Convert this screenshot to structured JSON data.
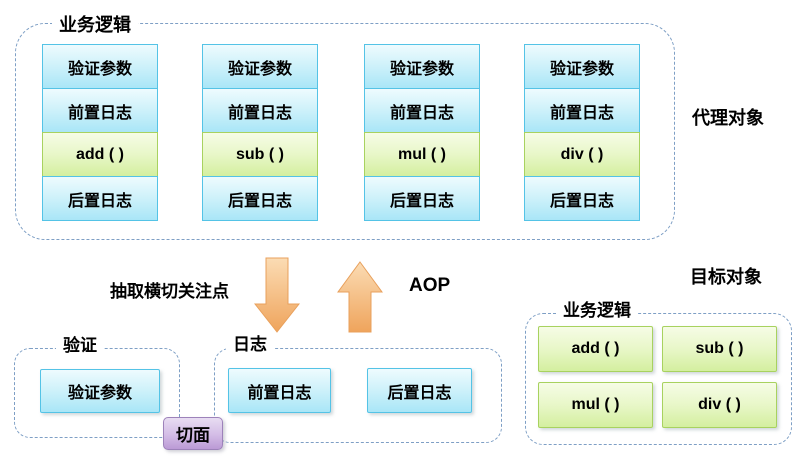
{
  "proxy": {
    "group_label": "业务逻辑",
    "side_label": "代理对象",
    "columns": [
      {
        "rows": [
          "验证参数",
          "前置日志",
          "add ( )",
          "后置日志"
        ]
      },
      {
        "rows": [
          "验证参数",
          "前置日志",
          "sub ( )",
          "后置日志"
        ]
      },
      {
        "rows": [
          "验证参数",
          "前置日志",
          "mul ( )",
          "后置日志"
        ]
      },
      {
        "rows": [
          "验证参数",
          "前置日志",
          "div ( )",
          "后置日志"
        ]
      }
    ]
  },
  "middle": {
    "extract_label": "抽取横切关注点",
    "aop_label": "AOP",
    "down_arrow_icon": "arrow-down-icon",
    "up_arrow_icon": "arrow-up-icon"
  },
  "validation_group": {
    "label": "验证",
    "box": "验证参数"
  },
  "log_group": {
    "label": "日志",
    "boxes": [
      "前置日志",
      "后置日志"
    ]
  },
  "aspect_tag": "切面",
  "target": {
    "side_label": "目标对象",
    "group_label": "业务逻辑",
    "boxes": [
      "add ( )",
      "sub ( )",
      "mul ( )",
      "div ( )"
    ]
  },
  "colors": {
    "blue_top": "#eefbfe",
    "blue_bottom": "#a9e6f7",
    "blue_border": "#54c3e6",
    "green_top": "#f6fce6",
    "green_bottom": "#d4ef9f",
    "green_border": "#a8d25f",
    "purple_top": "#e8ddf2",
    "purple_bottom": "#bb9ad5",
    "purple_border": "#9d82ba",
    "orange_top": "#fbdcb4",
    "orange_bottom": "#efa45c",
    "dashed_border": "#7e9fc5"
  }
}
